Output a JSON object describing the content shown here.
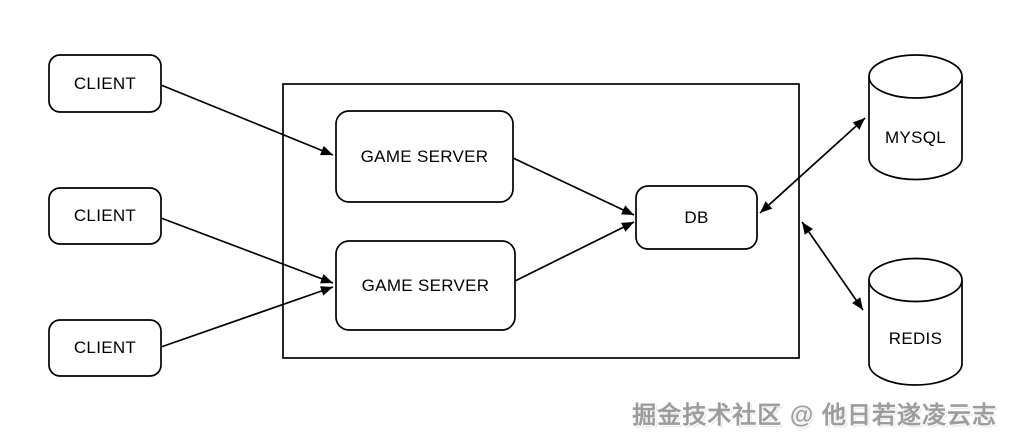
{
  "colors": {
    "stroke": "#000000",
    "node_fill": "#ffffff",
    "background": "#ffffff",
    "watermark_text": "#9c9c9c"
  },
  "nodes": {
    "clients": [
      {
        "label": "CLIENT"
      },
      {
        "label": "CLIENT"
      },
      {
        "label": "CLIENT"
      }
    ],
    "game_servers": [
      {
        "label": "GAME SERVER"
      },
      {
        "label": "GAME SERVER"
      }
    ],
    "db": {
      "label": "DB"
    },
    "mysql": {
      "label": "MYSQL"
    },
    "redis": {
      "label": "REDIS"
    }
  },
  "edges": [
    {
      "from": "client-1",
      "to": "game-server-1",
      "bidirectional": false
    },
    {
      "from": "client-2",
      "to": "game-server-2",
      "bidirectional": false
    },
    {
      "from": "client-3",
      "to": "game-server-2",
      "bidirectional": false
    },
    {
      "from": "game-server-1",
      "to": "db",
      "bidirectional": false
    },
    {
      "from": "game-server-2",
      "to": "db",
      "bidirectional": false
    },
    {
      "from": "db",
      "to": "mysql",
      "bidirectional": true
    },
    {
      "from": "server-cluster",
      "to": "redis",
      "bidirectional": true
    }
  ],
  "watermark": {
    "text": "掘金技术社区 @ 他日若遂凌云志"
  }
}
